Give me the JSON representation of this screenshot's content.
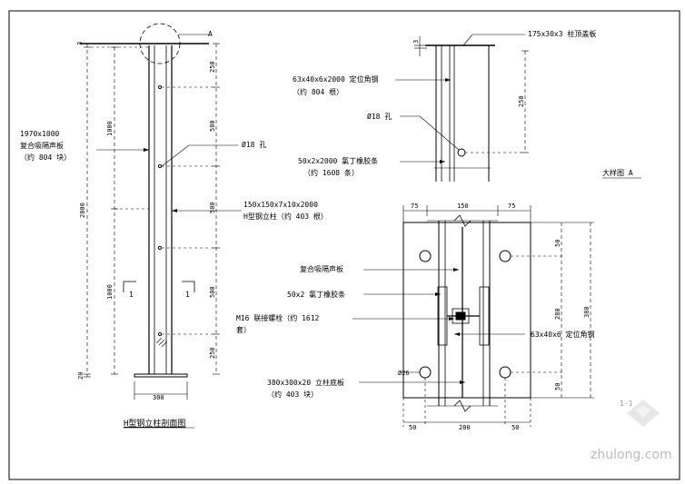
{
  "watermark": {
    "text": "zhulong.com",
    "stamp": "1-1"
  },
  "left_view": {
    "section_mark": "A",
    "dims": {
      "d3": "3",
      "d2000": "2000",
      "d20": "20",
      "d1000_top": "1000",
      "d1000_bot": "1000",
      "d250_a": "250",
      "d500_a": "500",
      "d500_b": "500",
      "d500_c": "500",
      "d250_b": "250",
      "d300": "300"
    },
    "cut_left": "1",
    "cut_right": "1",
    "callouts": {
      "panel_size": "1970x1000",
      "panel_name": "复合吸隔声板",
      "panel_qty": "（约 804 块）",
      "hole": "Ø18 孔",
      "column_size": "150x150x7x10x2000",
      "column_name": "H型钢立柱（约 403 根）"
    },
    "title": "H型钢立柱剖面图"
  },
  "detail_a": {
    "cap": "175x30x3 柱顶盖板",
    "angle_line1": "63x40x6x2000 定位角钢",
    "angle_line2": "（约 804 根）",
    "hole": "Ø18 孔",
    "rubber_line1": "50x2x2000 氯丁橡胶条",
    "rubber_line2": "（约 1608 条）",
    "dim_250": "250",
    "dim_top": "3",
    "title": "大样图 A"
  },
  "plan_view": {
    "dims_top": [
      "75",
      "150",
      "75"
    ],
    "dims_bottom": [
      "50",
      "200",
      "50"
    ],
    "dims_right": [
      "50",
      "280",
      "50"
    ],
    "dim_total": "380",
    "hole_dia": "Ø26",
    "panel": "复合吸隔声板",
    "rubber": "50x2 氯丁橡胶条",
    "bolt_line1": "M16 联接螺栓（约 1612",
    "bolt_line2": "套）",
    "angle": "63x40x6 定位角钢",
    "base_line1": "380x300x20 立柱底板",
    "base_line2": "（约 403 块）"
  }
}
